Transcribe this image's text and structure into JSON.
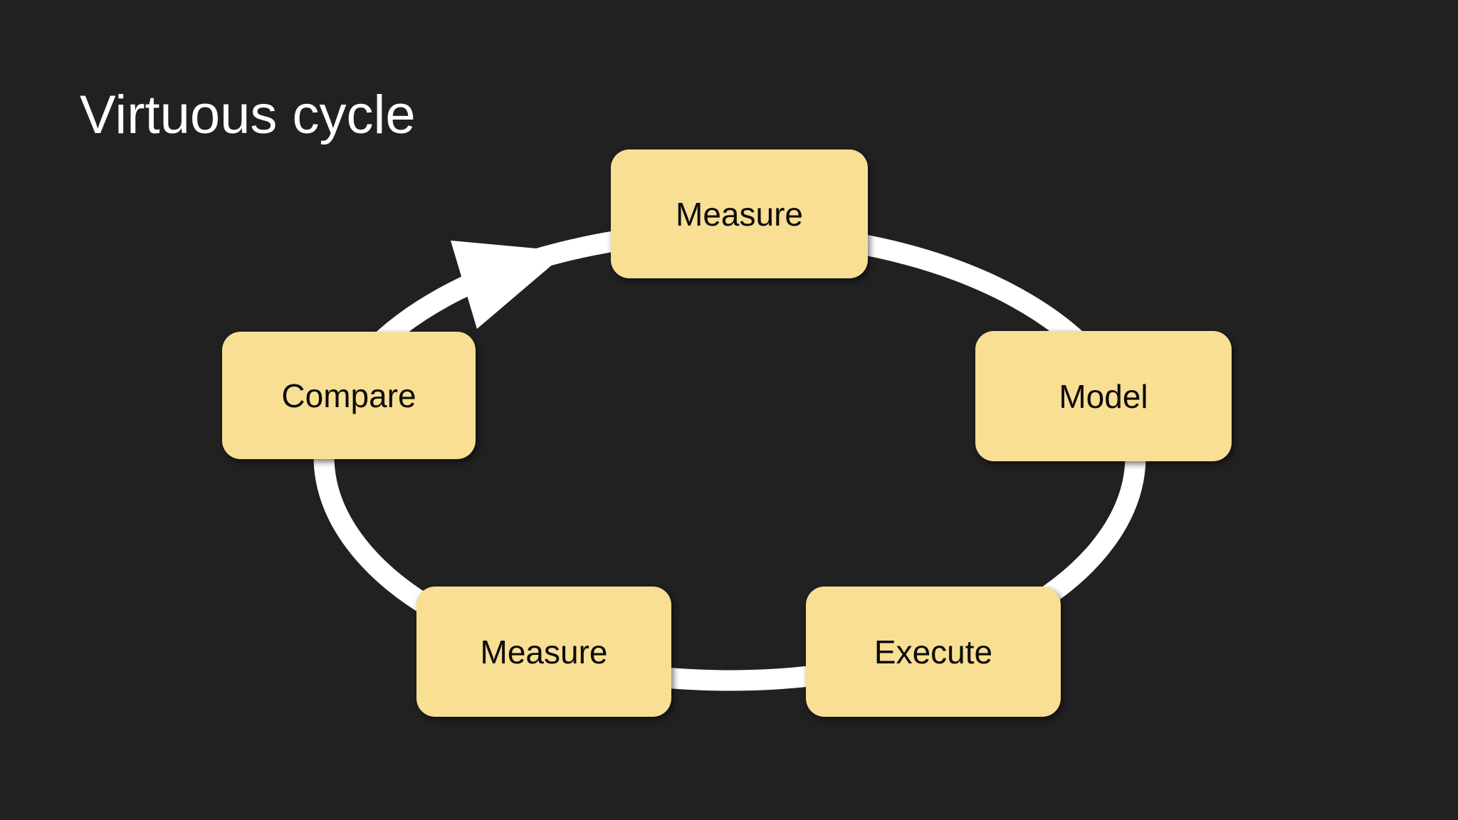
{
  "slide": {
    "title": "Virtuous cycle"
  },
  "diagram": {
    "type": "cycle",
    "direction": "clockwise",
    "nodes": [
      {
        "id": "measure-top",
        "label": "Measure",
        "position": "top"
      },
      {
        "id": "model",
        "label": "Model",
        "position": "right"
      },
      {
        "id": "execute",
        "label": "Execute",
        "position": "bottom-right"
      },
      {
        "id": "measure-bottom",
        "label": "Measure",
        "position": "bottom-left"
      },
      {
        "id": "compare",
        "label": "Compare",
        "position": "left"
      }
    ],
    "arrow": {
      "from": "Compare",
      "to": "Measure",
      "location": "upper-left-arc"
    },
    "colors": {
      "background": "#212122",
      "node_fill": "#F8DF94",
      "node_text": "#0C0C0C",
      "ring": "#FFFFFF",
      "title_text": "#FFFFFF"
    }
  }
}
